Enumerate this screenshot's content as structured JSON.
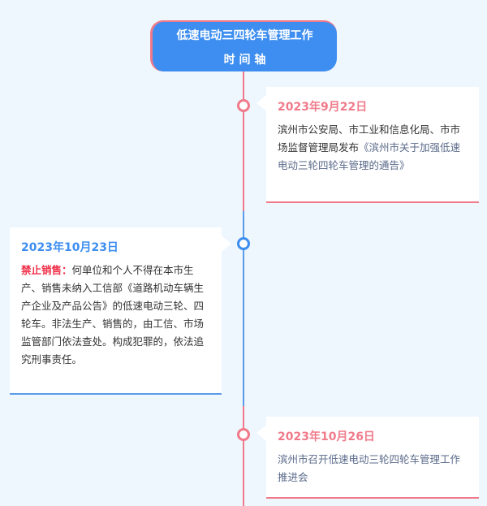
{
  "header": {
    "title_line1": "低速电动三四轮车管理工作",
    "title_line2": "时 间 轴"
  },
  "colors": {
    "pink": "#f07a8a",
    "blue": "#3d8ef0"
  },
  "events": [
    {
      "date": "2023年9月22日",
      "text": "滨州市公安局、市工业和信息化局、市市场监督管理局发布",
      "quote": "《滨州市关于加强低速电动三轮四轮车管理的通告》"
    },
    {
      "date": "2023年10月23日",
      "label": "禁止销售：",
      "text": "何单位和个人不得在本市生产、销售未纳入工信部《道路机动车辆生产企业及产品公告》的低速电动三轮、四轮车。非法生产、销售的，由工信、市场监管部门依法查处。构成犯罪的，依法追究刑事责任。"
    },
    {
      "date": "2023年10月26日",
      "text": "滨州市召开低速电动三轮四轮车管理工作推进会"
    }
  ]
}
